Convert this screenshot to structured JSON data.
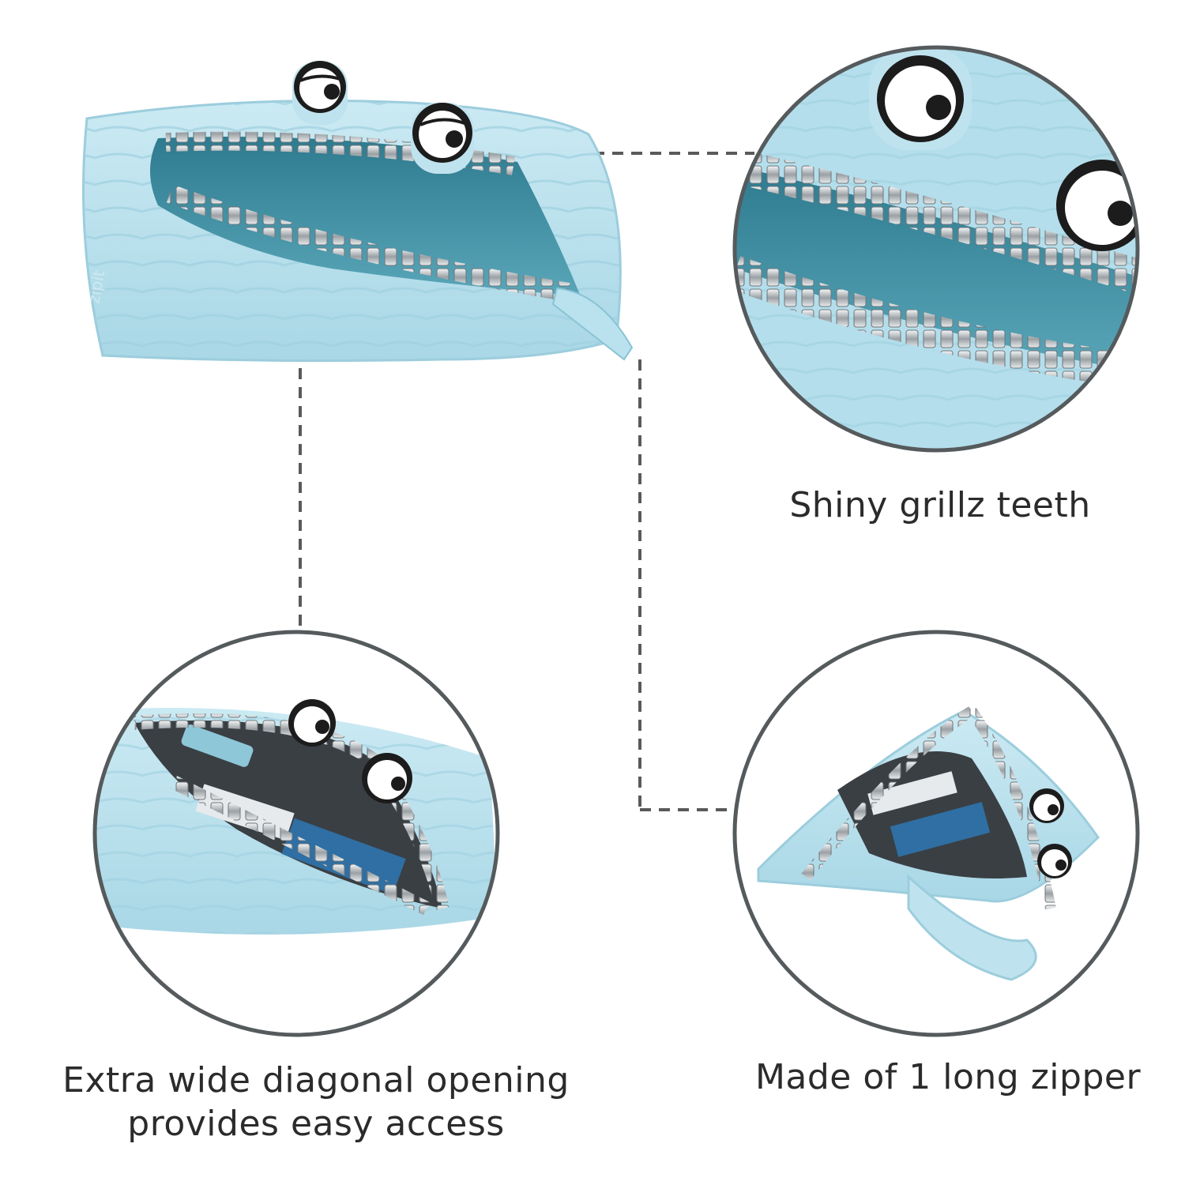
{
  "captions": {
    "teeth": "Shiny grillz teeth",
    "opening_line1": "Extra wide diagonal opening",
    "opening_line2": "provides easy access",
    "zipper": "Made of 1 long zipper"
  },
  "brand_mark": "zipit",
  "colors": {
    "pouch": "#bfe3ee",
    "pouch_shadow": "#8ec7d8",
    "lining": "#3f8fa3",
    "teeth": "#d9dcde",
    "ring_stroke": "#555a5c",
    "dash": "#5a5a5a",
    "text": "#2b2b2b"
  },
  "product_views": [
    {
      "name": "main-pouch",
      "icon": "monster-pouch-open"
    },
    {
      "name": "teeth-closeup",
      "icon": "zipper-teeth-closeup"
    },
    {
      "name": "opening-closeup",
      "icon": "pouch-with-supplies"
    },
    {
      "name": "zipper-unrolled",
      "icon": "pouch-unzipped"
    }
  ]
}
